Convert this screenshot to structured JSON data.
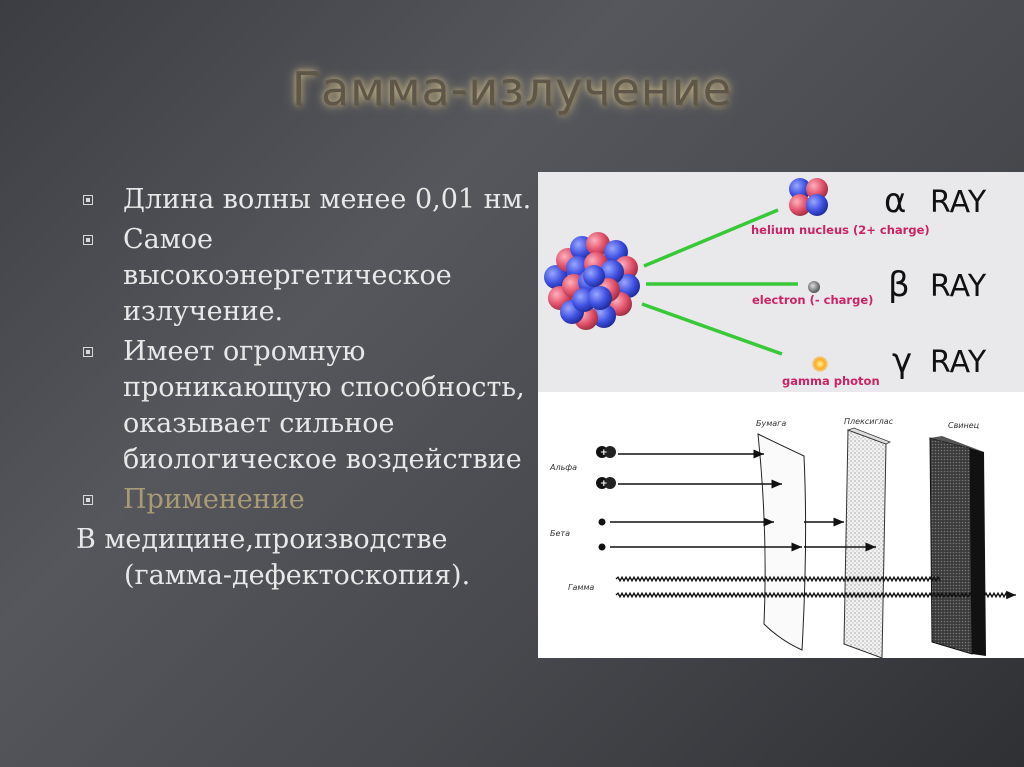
{
  "slide": {
    "title": "Гамма-излучение",
    "bullets": [
      "Длина волны менее 0,01 нм.",
      "Самое высокоэнергетическое излучение.",
      "Имеет огромную проникающую способность, оказывает сильное биологическое воздействие",
      "Применение"
    ],
    "footer_line1": "В медицине,производстве",
    "footer_line2": "(гамма-дефектоскопия)."
  },
  "figure_rays": {
    "alpha_symbol": "α",
    "beta_symbol": "β",
    "gamma_symbol": "γ",
    "ray_word": "RAY",
    "alpha_caption": "helium nucleus (2+ charge)",
    "beta_caption": "electron (- charge)",
    "gamma_caption": "gamma photon"
  },
  "figure_penetration": {
    "label_paper": "Бумага",
    "label_plexiglass": "Плексиглас",
    "label_lead": "Свинец",
    "label_alpha": "Альфа",
    "label_beta": "Бета",
    "label_gamma": "Гамма"
  },
  "colors": {
    "title_glow": "#c9b890",
    "accent_text": "#a99a76",
    "proton": "#e0506a",
    "neutron": "#3d4fe0",
    "ray_line": "#38c838"
  }
}
